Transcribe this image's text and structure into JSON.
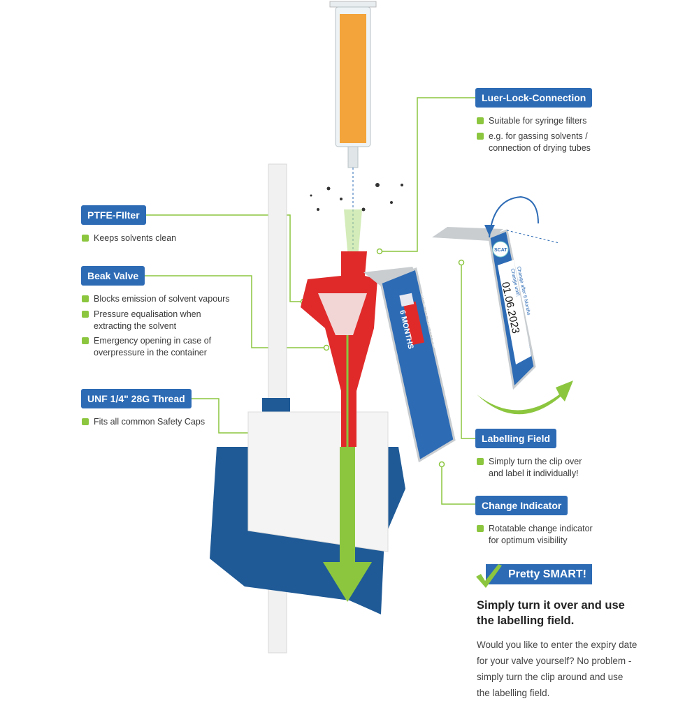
{
  "callouts": {
    "luer": {
      "title": "Luer-Lock-Connection",
      "bullets": [
        "Suitable for syringe filters",
        "e.g. for gassing solvents / connection of drying tubes"
      ]
    },
    "ptfe": {
      "title": "PTFE-FIlter",
      "bullets": [
        "Keeps solvents clean"
      ]
    },
    "beak": {
      "title": "Beak Valve",
      "bullets": [
        "Blocks emission of solvent vapours",
        "Pressure equalisation when extracting the solvent",
        "Emergency opening in case of overpressure in the container"
      ]
    },
    "unf": {
      "title": "UNF 1/4\" 28G Thread",
      "bullets": [
        "Fits all common Safety Caps"
      ]
    },
    "labelling": {
      "title": "Labelling Field",
      "bullets": [
        "Simply turn the clip over and label it individually!"
      ]
    },
    "change": {
      "title": "Change Indicator",
      "bullets": [
        "Rotatable change indicator for optimum visibility"
      ]
    }
  },
  "smart": {
    "banner": "Pretty SMART!",
    "heading": "Simply turn it over and use the labelling field.",
    "body": "Would you like to enter the expiry date for your valve yourself? No problem - simply turn the clip around and use the labelling field."
  },
  "clip": {
    "logo": "SCAT",
    "front_months": "6 MONTHS",
    "front_text": "LIFE IN SERVICE",
    "back_line1": "Change after 6 Months",
    "back_line2": "Change until:",
    "back_date": "01.06.2023"
  },
  "colors": {
    "blue": "#2d6bb5",
    "green": "#8cc63f",
    "red": "#e02a2a",
    "cap_blue": "#1f5a96"
  }
}
